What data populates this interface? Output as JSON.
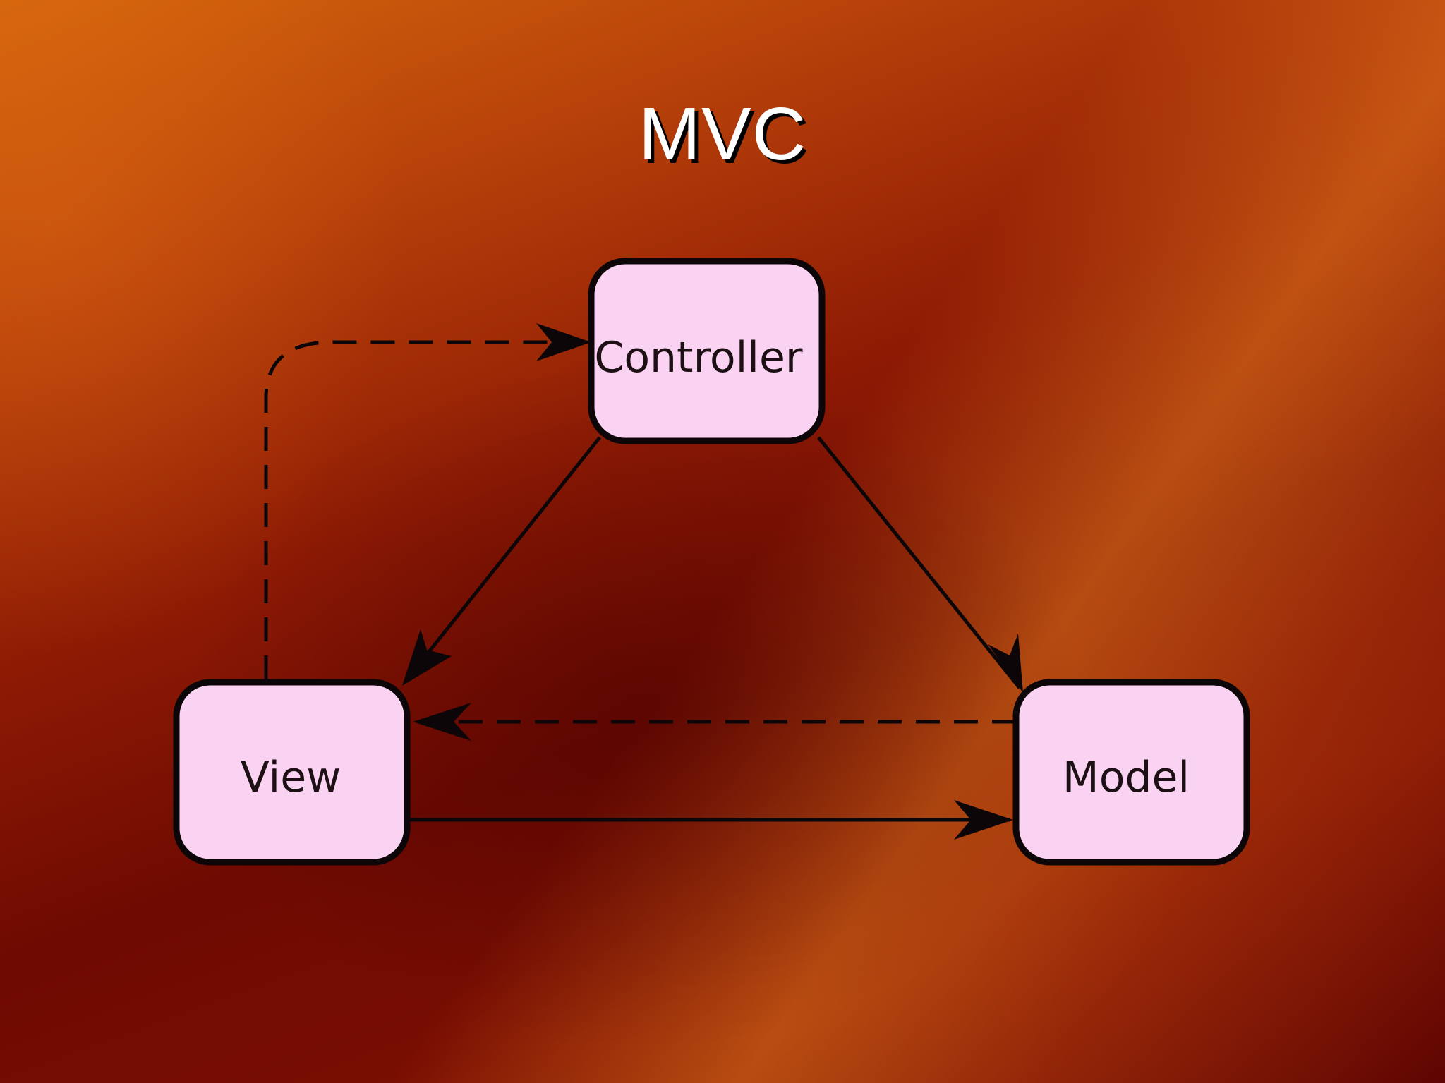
{
  "slide": {
    "title": "MVC"
  },
  "diagram": {
    "nodes": {
      "controller": {
        "label": "Controller"
      },
      "view": {
        "label": "View"
      },
      "model": {
        "label": "Model"
      }
    },
    "edges": [
      {
        "from": "controller",
        "to": "view",
        "style": "solid"
      },
      {
        "from": "controller",
        "to": "model",
        "style": "solid"
      },
      {
        "from": "view",
        "to": "model",
        "style": "solid"
      },
      {
        "from": "model",
        "to": "view",
        "style": "dashed"
      },
      {
        "from": "view",
        "to": "controller",
        "style": "dashed"
      }
    ],
    "colors": {
      "node_fill": "#f9d3f1",
      "node_stroke": "#0c0608",
      "edge": "#0c0608"
    }
  }
}
